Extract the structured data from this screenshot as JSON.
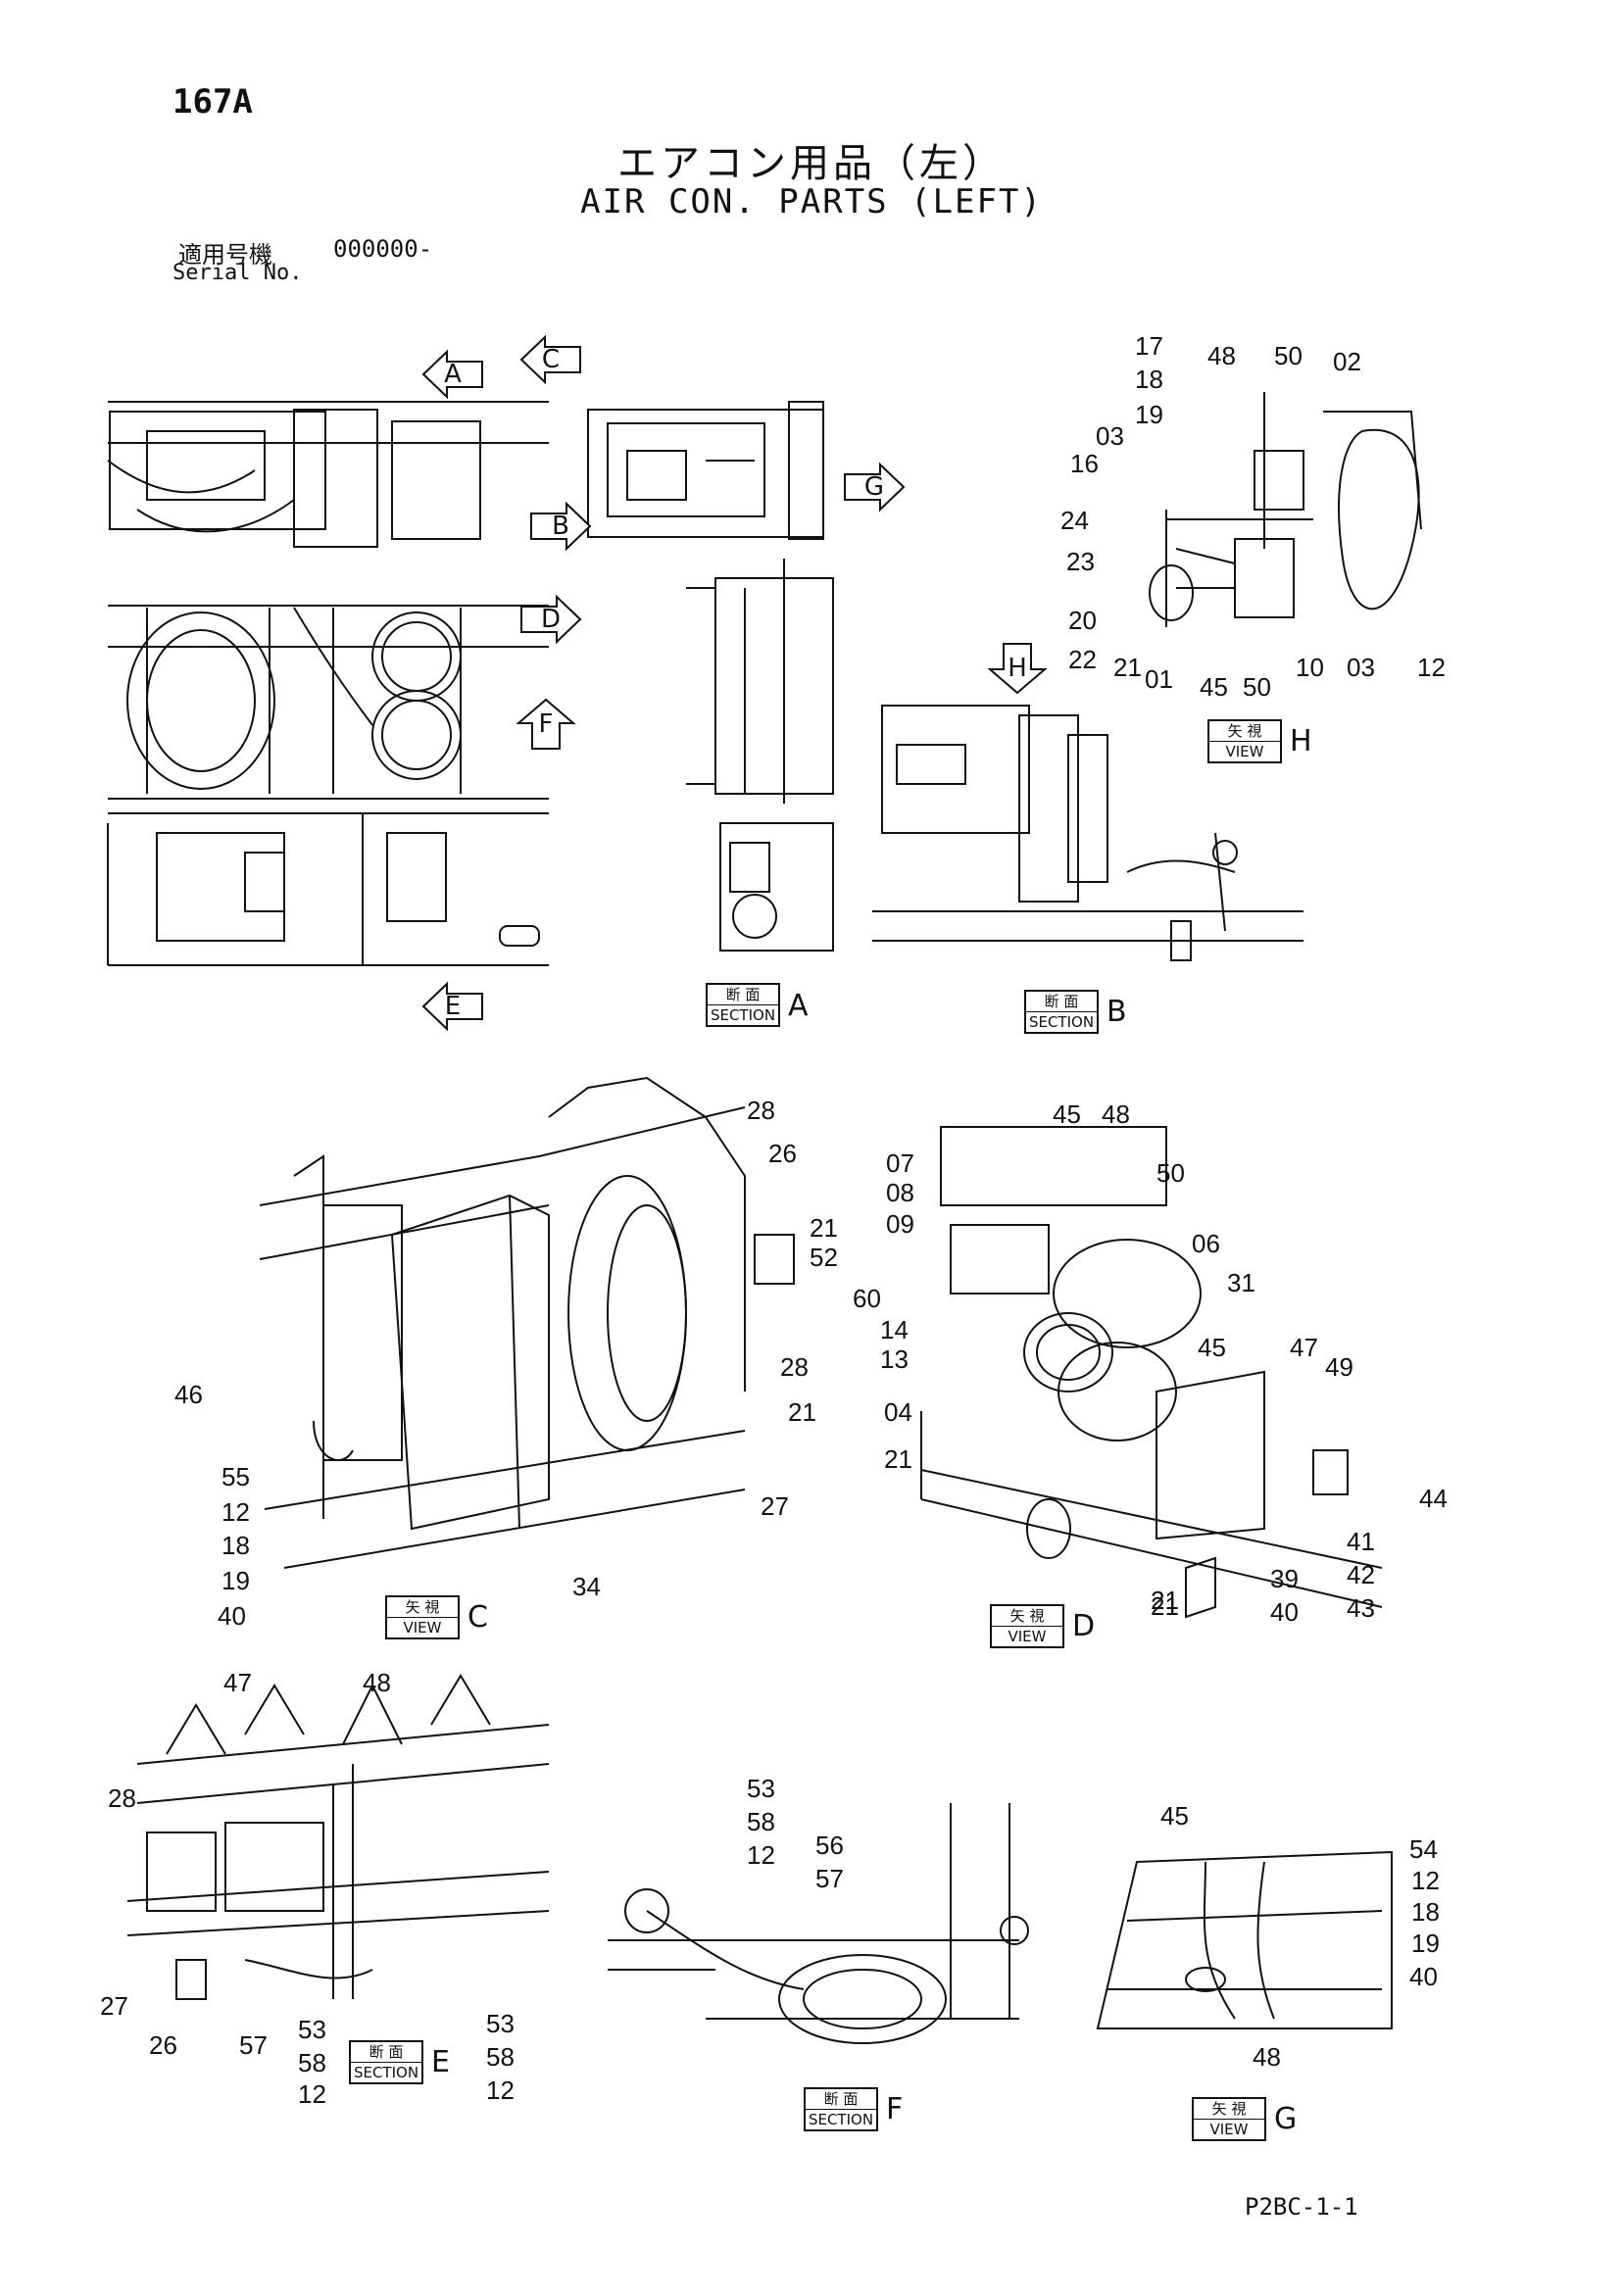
{
  "page": {
    "number": "167A",
    "title_jp": "エアコン用品（左）",
    "title_en": "AIR CON. PARTS (LEFT)",
    "serial_label_jp": "適用号機",
    "serial_value": "000000-",
    "serial_label_en": "Serial No.",
    "footer_code": "P2BC-1-1"
  },
  "arrows": [
    "A",
    "B",
    "C",
    "D",
    "E",
    "F",
    "G",
    "H"
  ],
  "captions": {
    "section_a": {
      "top": "断 面",
      "bottom": "SECTION",
      "letter": "A"
    },
    "section_b": {
      "top": "断 面",
      "bottom": "SECTION",
      "letter": "B"
    },
    "view_h": {
      "top": "矢 視",
      "bottom": "VIEW",
      "letter": "H"
    },
    "view_c": {
      "top": "矢 視",
      "bottom": "VIEW",
      "letter": "C"
    },
    "view_d": {
      "top": "矢 視",
      "bottom": "VIEW",
      "letter": "D"
    },
    "section_e": {
      "top": "断 面",
      "bottom": "SECTION",
      "letter": "E"
    },
    "section_f": {
      "top": "断 面",
      "bottom": "SECTION",
      "letter": "F"
    },
    "view_g": {
      "top": "矢 視",
      "bottom": "VIEW",
      "letter": "G"
    }
  },
  "labels": {
    "h": [
      "17",
      "18",
      "19",
      "48",
      "50",
      "02",
      "03",
      "16",
      "24",
      "23",
      "20",
      "22",
      "21",
      "01",
      "45",
      "50",
      "10",
      "03",
      "12"
    ],
    "c": [
      "28",
      "26",
      "21",
      "52",
      "60",
      "28",
      "21",
      "27",
      "34",
      "46",
      "55",
      "12",
      "18",
      "19",
      "40"
    ],
    "d": [
      "45",
      "48",
      "07",
      "08",
      "09",
      "50",
      "06",
      "31",
      "14",
      "13",
      "04",
      "21",
      "45",
      "47",
      "49",
      "44",
      "21",
      "41",
      "42",
      "43",
      "39",
      "40",
      "21"
    ],
    "e": [
      "47",
      "48",
      "28",
      "27",
      "26",
      "57",
      "53",
      "58",
      "12",
      "53",
      "58",
      "12"
    ],
    "f": [
      "53",
      "58",
      "12",
      "56",
      "57"
    ],
    "g": [
      "45",
      "54",
      "12",
      "18",
      "19",
      "40",
      "48"
    ]
  }
}
